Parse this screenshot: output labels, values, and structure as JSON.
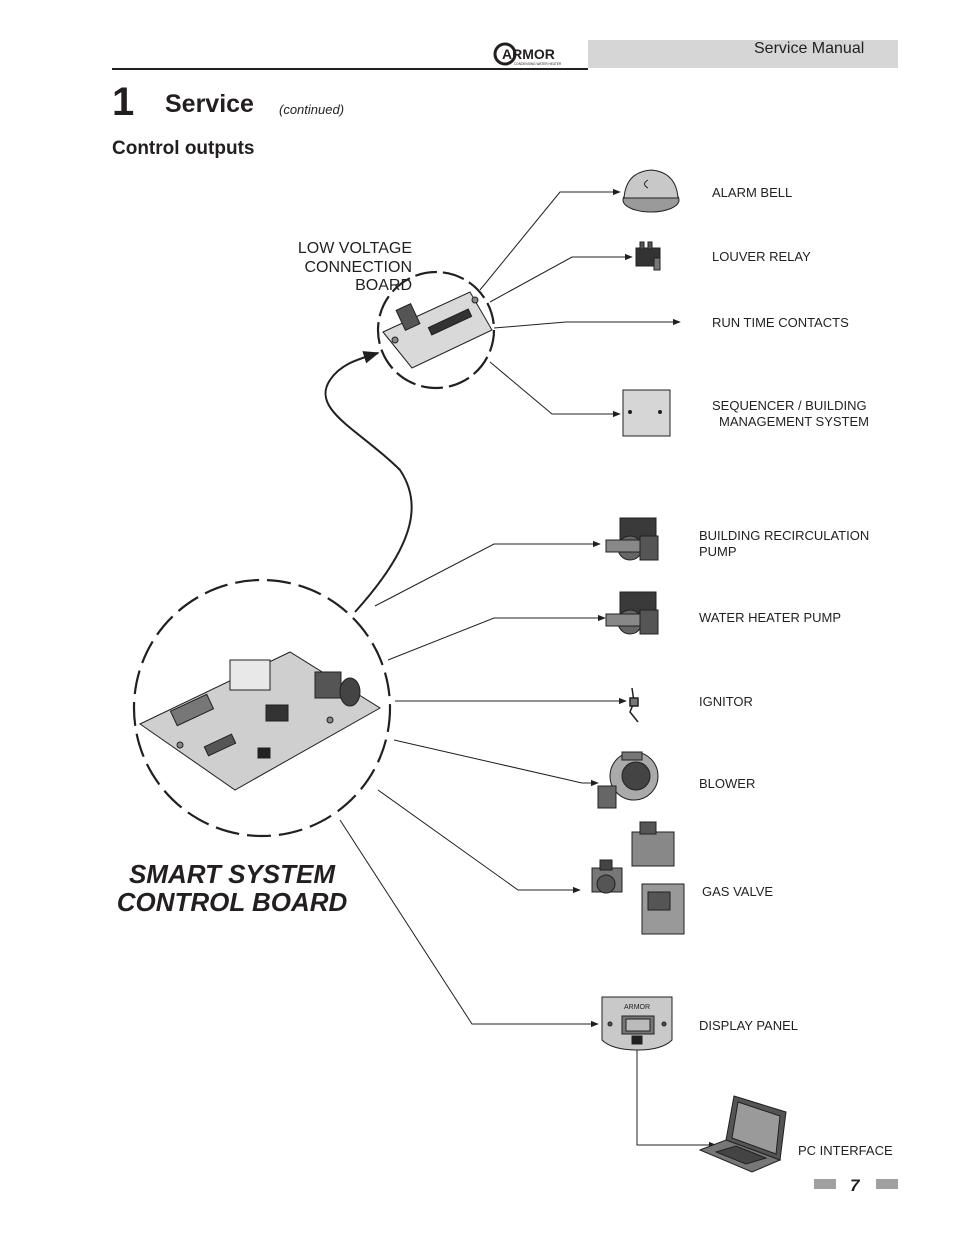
{
  "header": {
    "manual_title": "Service Manual",
    "logo_text": "ARMOR",
    "logo_sub": "CONDENSING WATER HEATER"
  },
  "section": {
    "number": "1",
    "title": "Service",
    "continued": "(continued)",
    "subtitle": "Control outputs"
  },
  "diagram": {
    "low_voltage_label": [
      "LOW VOLTAGE",
      "CONNECTION",
      "BOARD"
    ],
    "smart_board_label": [
      "SMART SYSTEM",
      "CONTROL BOARD"
    ],
    "outputs": {
      "alarm_bell": "ALARM BELL",
      "louver_relay": "LOUVER RELAY",
      "run_time_contacts": "RUN TIME CONTACTS",
      "sequencer_1": "SEQUENCER / BUILDING",
      "sequencer_2": "MANAGEMENT SYSTEM",
      "recirc_pump_1": "BUILDING RECIRCULATION",
      "recirc_pump_2": "PUMP",
      "water_heater_pump": "WATER HEATER PUMP",
      "ignitor": "IGNITOR",
      "blower": "BLOWER",
      "gas_valve": "GAS VALVE",
      "display_panel": "DISPLAY PANEL",
      "pc_interface": "PC INTERFACE"
    }
  },
  "footer": {
    "page_number": "7"
  },
  "colors": {
    "ink": "#231f20",
    "header_bar": "#d6d6d6",
    "page_marker": "#a0a0a0"
  }
}
